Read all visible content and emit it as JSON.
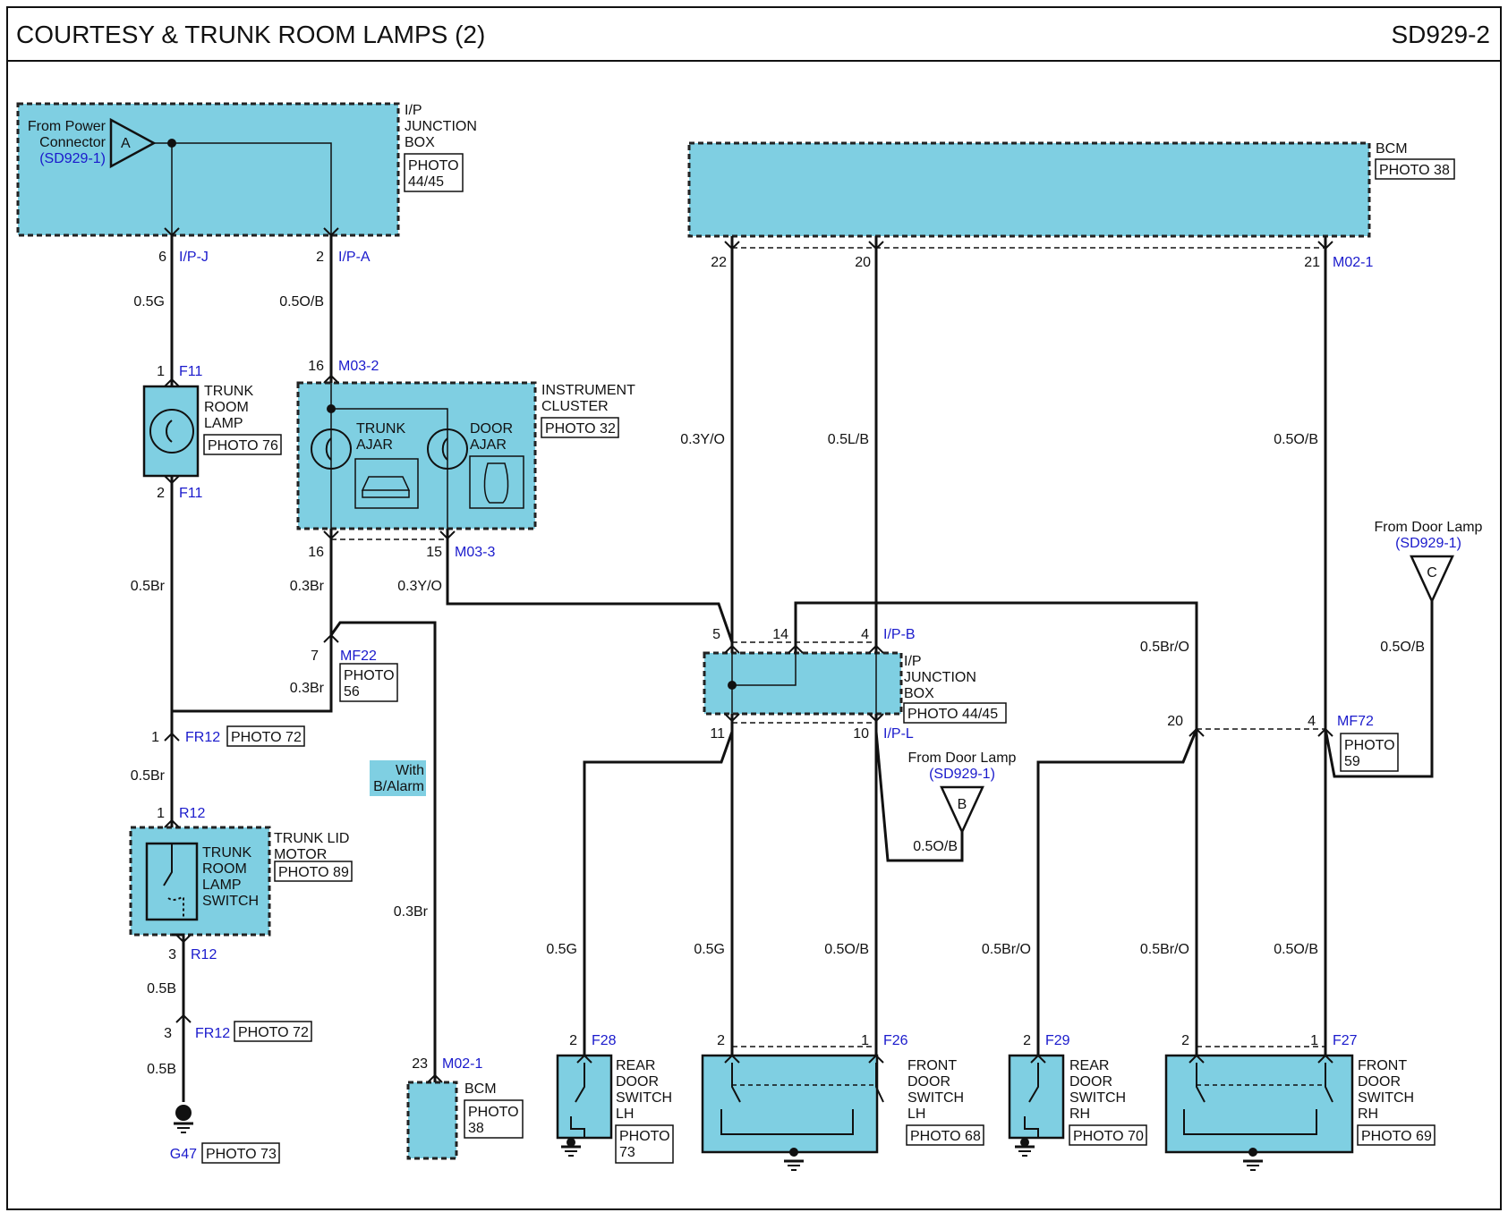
{
  "header": {
    "title": "COURTESY & TRUNK ROOM LAMPS (2)",
    "code": "SD929-2"
  },
  "colors": {
    "module_fill": "#7fcfe2",
    "connector_text": "#1a1acc",
    "line": "#111111"
  },
  "labels": {
    "from_power_1": "From Power",
    "from_power_2": "Connector",
    "from_power_ref": "(SD929-1)",
    "term_a": "A",
    "ipjb_top_1": "I/P",
    "ipjb_top_2": "JUNCTION",
    "ipjb_top_3": "BOX",
    "ipjb_top_photo_1": "PHOTO",
    "ipjb_top_photo_2": "44/45",
    "bcm_top": "BCM",
    "bcm_top_photo": "PHOTO 38",
    "pin_6": "6",
    "conn_ipj": "I/P-J",
    "pin_2a": "2",
    "conn_ipa": "I/P-A",
    "pin_22": "22",
    "pin_20": "20",
    "pin_21": "21",
    "conn_m021a": "M02-1",
    "w_05g_a": "0.5G",
    "w_05ob_a": "0.5O/B",
    "w_03yo_a": "0.3Y/O",
    "w_05lb": "0.5L/B",
    "w_05ob_b": "0.5O/B",
    "pin_1f11": "1",
    "conn_f11a": "F11",
    "trunk_lamp_1": "TRUNK",
    "trunk_lamp_2": "ROOM",
    "trunk_lamp_3": "LAMP",
    "trunk_lamp_photo": "PHOTO 76",
    "pin_2f11": "2",
    "conn_f11b": "F11",
    "pin_16a": "16",
    "conn_m032": "M03-2",
    "ic_1": "INSTRUMENT",
    "ic_2": "CLUSTER",
    "ic_photo": "PHOTO 32",
    "trunk_ajar_1": "TRUNK",
    "trunk_ajar_2": "AJAR",
    "door_ajar_1": "DOOR",
    "door_ajar_2": "AJAR",
    "pin_16b": "16",
    "pin_15": "15",
    "conn_m033": "M03-3",
    "w_05br_a": "0.5Br",
    "w_03br_a": "0.3Br",
    "w_03yo_b": "0.3Y/O",
    "pin_7": "7",
    "conn_mf22": "MF22",
    "mf22_photo_1": "PHOTO",
    "mf22_photo_2": "56",
    "w_03br_b": "0.3Br",
    "pin_1fr12": "1",
    "conn_fr12a": "FR12",
    "fr12_photo_a": "PHOTO 72",
    "with_alarm_1": "With",
    "with_alarm_2": "B/Alarm",
    "w_05br_b": "0.5Br",
    "pin_1r12": "1",
    "conn_r12a": "R12",
    "tlm_1": "TRUNK LID",
    "tlm_2": "MOTOR",
    "tlm_photo": "PHOTO 89",
    "trs_1": "TRUNK",
    "trs_2": "ROOM",
    "trs_3": "LAMP",
    "trs_4": "SWITCH",
    "pin_3r12": "3",
    "conn_r12b": "R12",
    "w_05b_a": "0.5B",
    "pin_3fr12": "3",
    "conn_fr12b": "FR12",
    "fr12_photo_b": "PHOTO 72",
    "w_05b_b": "0.5B",
    "g47": "G47",
    "g47_photo": "PHOTO 73",
    "w_03br_c": "0.3Br",
    "pin_23": "23",
    "conn_m021b": "M02-1",
    "bcm_bot": "BCM",
    "bcm_bot_photo_1": "PHOTO",
    "bcm_bot_photo_2": "38",
    "pin_5": "5",
    "pin_14": "14",
    "pin_4a": "4",
    "conn_ipb": "I/P-B",
    "ipjb_mid_1": "I/P",
    "ipjb_mid_2": "JUNCTION",
    "ipjb_mid_3": "BOX",
    "ipjb_mid_photo": "PHOTO 44/45",
    "pin_11": "11",
    "pin_10": "10",
    "conn_ipl": "I/P-L",
    "fdl_b_1": "From Door Lamp",
    "fdl_b_ref": "(SD929-1)",
    "term_b": "B",
    "w_05ob_c": "0.5O/B",
    "w_05bro_a": "0.5Br/O",
    "fdl_c_1": "From Door Lamp",
    "fdl_c_ref": "(SD929-1)",
    "term_c": "C",
    "w_05ob_d": "0.5O/B",
    "pin_20b": "20",
    "pin_4b": "4",
    "conn_mf72": "MF72",
    "mf72_photo_1": "PHOTO",
    "mf72_photo_2": "59",
    "w_05g_b": "0.5G",
    "w_05g_c": "0.5G",
    "w_05ob_e": "0.5O/B",
    "w_05bro_b": "0.5Br/O",
    "w_05bro_c": "0.5Br/O",
    "w_05ob_f": "0.5O/B",
    "pin_2f28": "2",
    "conn_f28": "F28",
    "rdl_1": "REAR",
    "rdl_2": "DOOR",
    "rdl_3": "SWITCH",
    "rdl_4": "LH",
    "rdl_photo_1": "PHOTO",
    "rdl_photo_2": "73",
    "pin_2f26": "2",
    "pin_1f26": "1",
    "conn_f26": "F26",
    "fdlh_1": "FRONT",
    "fdlh_2": "DOOR",
    "fdlh_3": "SWITCH",
    "fdlh_4": "LH",
    "fdlh_photo": "PHOTO 68",
    "pin_2f29": "2",
    "conn_f29": "F29",
    "rdr_1": "REAR",
    "rdr_2": "DOOR",
    "rdr_3": "SWITCH",
    "rdr_4": "RH",
    "rdr_photo": "PHOTO 70",
    "pin_2f27": "2",
    "pin_1f27": "1",
    "conn_f27": "F27",
    "fdrh_1": "FRONT",
    "fdrh_2": "DOOR",
    "fdrh_3": "SWITCH",
    "fdrh_4": "RH",
    "fdrh_photo": "PHOTO 69"
  }
}
